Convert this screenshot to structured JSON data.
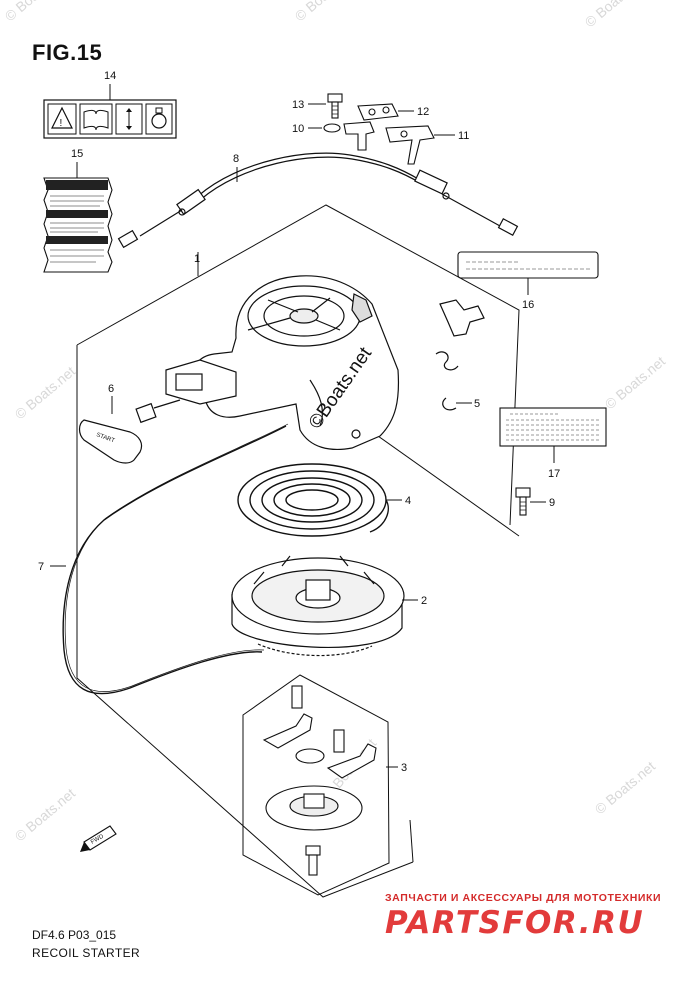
{
  "figure": {
    "title": "FIG.15",
    "code": "DF4.6 P03_015",
    "caption": "RECOIL STARTER"
  },
  "watermark": {
    "text": "© Boats.net",
    "center_text": "©Boats.net"
  },
  "brand": {
    "tagline": "ЗАПЧАСТИ И АКСЕССУАРЫ ДЛЯ МОТОТЕХНИКИ",
    "logo": "PARTSFOR.RU",
    "color": "#e23b3b"
  },
  "part_callouts": [
    "1",
    "2",
    "3",
    "4",
    "5",
    "6",
    "7",
    "8",
    "9",
    "10",
    "11",
    "12",
    "13",
    "14",
    "15",
    "16",
    "17"
  ],
  "parts": [
    {
      "number": "1",
      "icon": "recoil-housing"
    },
    {
      "number": "2",
      "icon": "reel"
    },
    {
      "number": "3",
      "icon": "ratchet-set"
    },
    {
      "number": "4",
      "icon": "spring"
    },
    {
      "number": "5",
      "icon": "clip"
    },
    {
      "number": "6",
      "icon": "starter-handle"
    },
    {
      "number": "7",
      "icon": "rope"
    },
    {
      "number": "8",
      "icon": "cable"
    },
    {
      "number": "9",
      "icon": "bolt"
    },
    {
      "number": "10",
      "icon": "plate"
    },
    {
      "number": "11",
      "icon": "bracket"
    },
    {
      "number": "12",
      "icon": "plate"
    },
    {
      "number": "13",
      "icon": "bolt"
    },
    {
      "number": "14",
      "icon": "warning-label"
    },
    {
      "number": "15",
      "icon": "caution-label"
    },
    {
      "number": "16",
      "icon": "label"
    },
    {
      "number": "17",
      "icon": "label"
    }
  ],
  "handle_text": "START",
  "fwd_text": "FWD"
}
